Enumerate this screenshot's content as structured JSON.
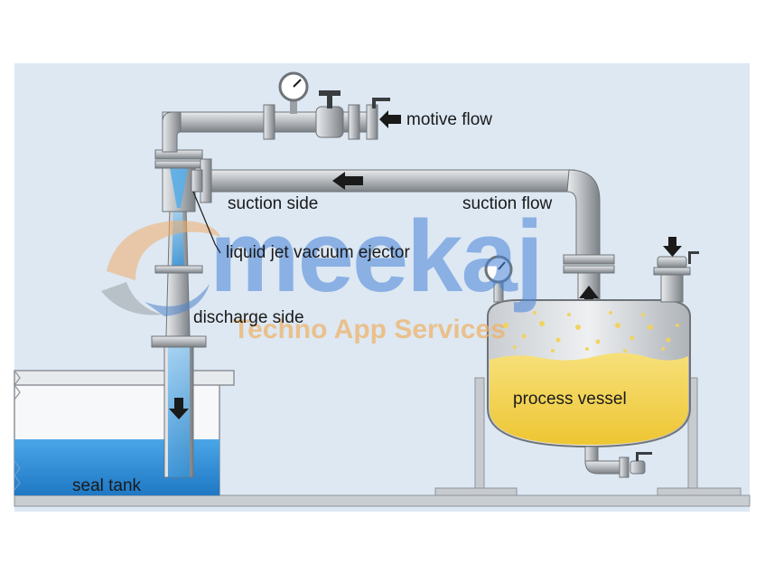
{
  "labels": {
    "motive_flow": "motive flow",
    "suction_side": "suction side",
    "suction_flow": "suction flow",
    "ejector": "liquid jet vacuum ejector",
    "discharge_side": "discharge side",
    "process_vessel": "process vessel",
    "seal_tank": "seal tank"
  },
  "watermark": {
    "brand": "meekaj",
    "tagline": "Techno App Services"
  },
  "colors": {
    "background": "#dde8f3",
    "pipe": "#b3b7bb",
    "water": "#2f8fd6",
    "process_liquid": "#f2cf3c",
    "arrow": "#1a1a1a"
  },
  "icons": [
    "pressure-gauge-icon",
    "valve-icon",
    "flow-arrow-icon",
    "logo-icon"
  ]
}
